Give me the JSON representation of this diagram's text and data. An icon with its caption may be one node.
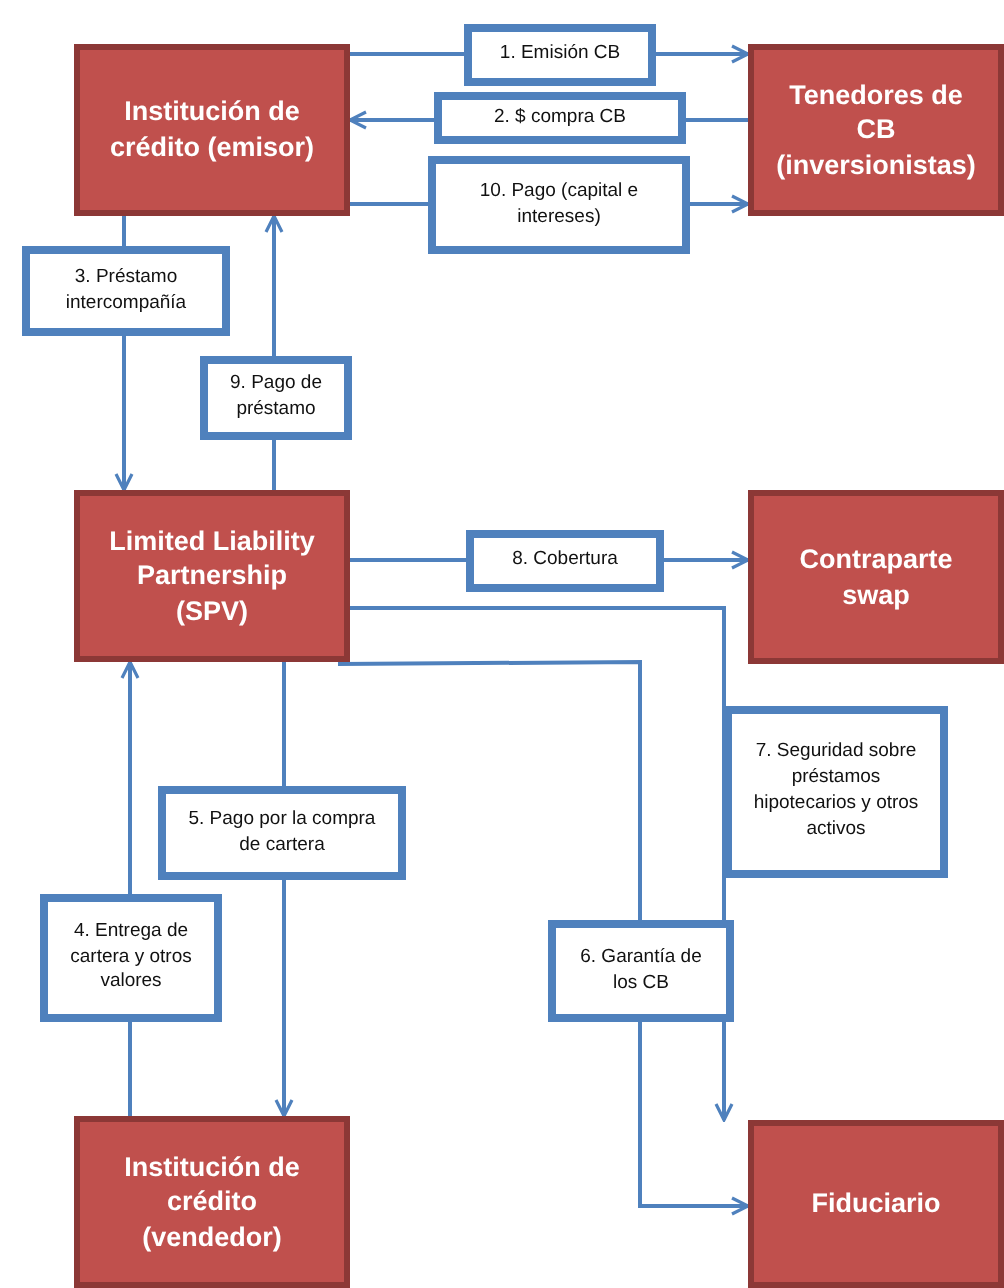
{
  "diagram": {
    "nodes": [
      {
        "text": [
          "Institución de crédito (emisor)"
        ]
      },
      {
        "text": [
          "Tenedores de CB (inversionistas)"
        ]
      },
      {
        "text": [
          "Limited Liability Partnership (SPV)"
        ]
      },
      {
        "text": [
          "Contraparte swap"
        ]
      },
      {
        "text": [
          "Institución de crédito (vendedor)"
        ]
      },
      {
        "text": [
          "Fiduciario"
        ]
      }
    ],
    "edges": [
      {
        "from": 0,
        "to": 1,
        "arrow": "to",
        "label": "1. Emisión CB"
      },
      {
        "from": 1,
        "to": 0,
        "arrow": "to",
        "label": "2. $ compra CB"
      },
      {
        "from": 0,
        "to": 1,
        "arrow": "to",
        "label": "10. Pago (capital e intereses)"
      },
      {
        "from": 0,
        "to": 2,
        "arrow": "to",
        "label": "3. Préstamo intercompañía"
      },
      {
        "from": 2,
        "to": 0,
        "arrow": "to",
        "label": "9. Pago de préstamo"
      },
      {
        "from": 2,
        "to": 3,
        "arrow": "to",
        "label": "8. Cobertura"
      },
      {
        "from": 2,
        "to": 5,
        "arrow": "to",
        "label": "7. Seguridad sobre préstamos hipotecarios y otros activos"
      },
      {
        "from": 2,
        "to": 5,
        "arrow": "to",
        "label": "6. Garantía de los CB"
      },
      {
        "from": 2,
        "to": 4,
        "arrow": "to",
        "label": "5. Pago por la compra de cartera"
      },
      {
        "from": 4,
        "to": 2,
        "arrow": "to",
        "label": "4. Entrega de cartera y otros valores"
      }
    ]
  }
}
